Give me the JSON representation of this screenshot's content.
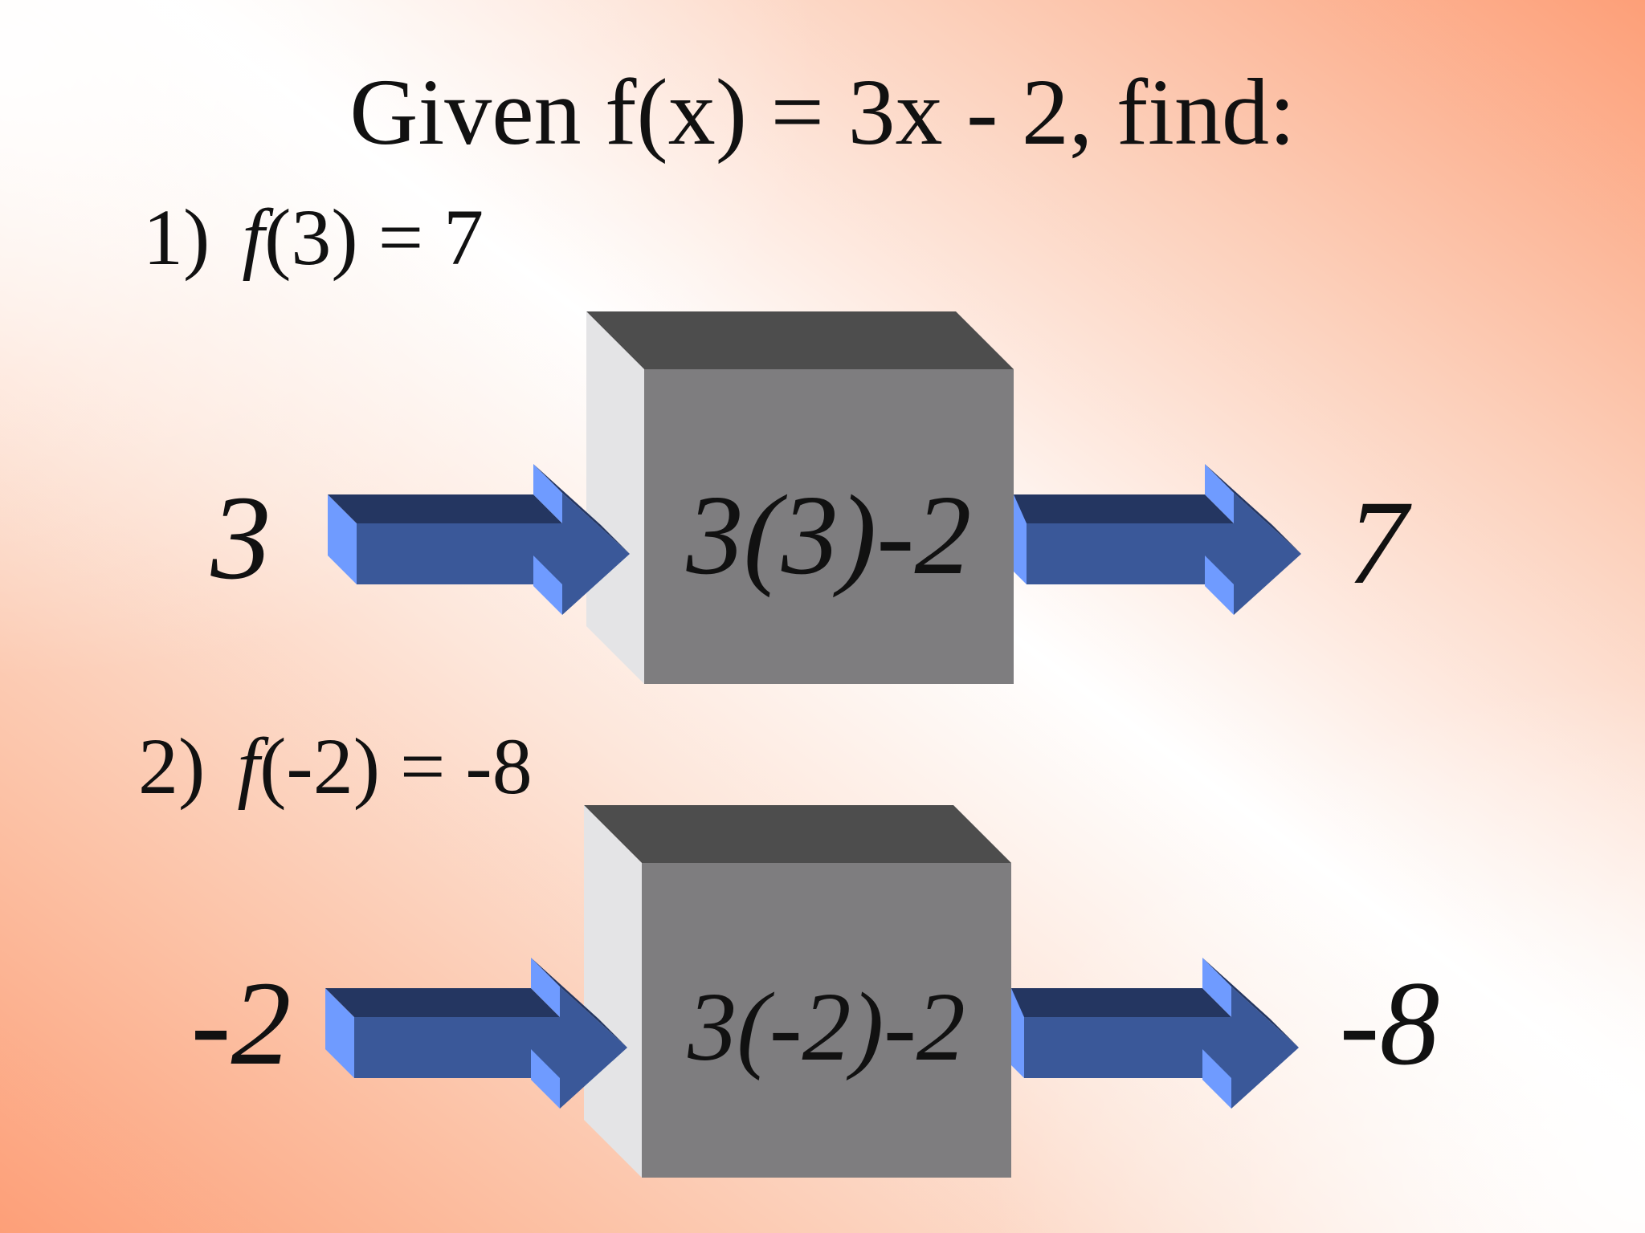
{
  "title": "Given f(x) = 3x - 2, find:",
  "problems": [
    {
      "number": "1)",
      "function_name": "f",
      "argument": "(3)",
      "equals": " = 7",
      "input": "3",
      "machine_expression": "3(3)-2",
      "output": "7"
    },
    {
      "number": "2)",
      "function_name": "f",
      "argument": "(-2)",
      "equals": " = -8",
      "input": "-2",
      "machine_expression": "3(-2)-2",
      "output": "-8"
    }
  ],
  "colors": {
    "background_light": "#ffffff",
    "background_accent": "#fd9f78",
    "box_front": "#7e7d7f",
    "box_top": "#4d4d4d",
    "box_side": "#e4e4e6",
    "arrow_front": "#3a5899",
    "arrow_top": "#243661",
    "arrow_edge": "#6f9bff"
  },
  "icons": {
    "arrow": "right-arrow-3d",
    "machine": "function-machine-box"
  }
}
